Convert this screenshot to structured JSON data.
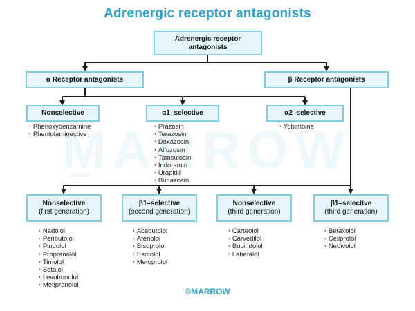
{
  "title": "Adrenergic receptor antagonists",
  "root": "Adrenergic receptor antagonists",
  "watermark": "MARROW",
  "footer": "©MARROW",
  "alpha": {
    "label": "α Receptor antagonists",
    "nonselective": {
      "label": "Nonselective",
      "drugs": [
        "Phenoxybenzamine",
        "Phentolaminective"
      ]
    },
    "a1": {
      "label": "α1–selective",
      "drugs": [
        "Prazosin",
        "Terazosin",
        "Doxazosin",
        "Alfuzosin",
        "Tamsulosin",
        "Indoramin",
        "Urapidil",
        "Bunazosin"
      ]
    },
    "a2": {
      "label": "α2–selective",
      "drugs": [
        "Yohimbine"
      ]
    }
  },
  "beta": {
    "label": "β Receptor antagonists",
    "nonsel_first": {
      "label": "Nonselective",
      "sub": "(first generation)",
      "drugs": [
        "Nadolol",
        "Penbutolol",
        "Pindolol",
        "Propranolol",
        "Timolol",
        "Sotalol",
        "Levobunolol",
        "Metipranolol"
      ]
    },
    "b1_second": {
      "label": "β1–selective",
      "sub": "(second generation)",
      "drugs": [
        "Acebutolol",
        "Atenolol",
        "Bisoprolol",
        "Esmolol",
        "Metoprolol"
      ]
    },
    "nonsel_third": {
      "label": "Nonselective",
      "sub": "(third generation)",
      "drugs": [
        "Carteolol",
        "Carvedilol",
        "Bucindolol",
        "Labetalol"
      ]
    },
    "b1_third": {
      "label": "β1–selective",
      "sub": "(third generation)",
      "drugs": [
        "Betaxolol",
        "Celiprolol",
        "Nebivolol"
      ]
    }
  },
  "colors": {
    "accent": "#2f9fc6",
    "box_fill": "#e6f5fb",
    "box_border": "#7fcde6",
    "connector": "#1a1a1a"
  }
}
